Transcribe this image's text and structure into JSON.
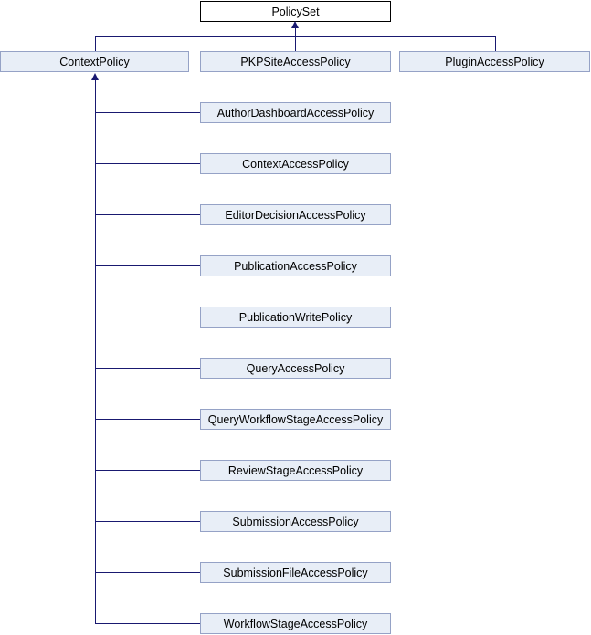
{
  "diagram": {
    "type": "class-inheritance",
    "root": {
      "label": "PolicySet"
    },
    "subclasses": [
      {
        "label": "ContextPolicy"
      },
      {
        "label": "PKPSiteAccessPolicy"
      },
      {
        "label": "PluginAccessPolicy"
      }
    ],
    "context_policy_children": [
      {
        "label": "AuthorDashboardAccessPolicy"
      },
      {
        "label": "ContextAccessPolicy"
      },
      {
        "label": "EditorDecisionAccessPolicy"
      },
      {
        "label": "PublicationAccessPolicy"
      },
      {
        "label": "PublicationWritePolicy"
      },
      {
        "label": "QueryAccessPolicy"
      },
      {
        "label": "QueryWorkflowStageAccessPolicy"
      },
      {
        "label": "ReviewStageAccessPolicy"
      },
      {
        "label": "SubmissionAccessPolicy"
      },
      {
        "label": "SubmissionFileAccessPolicy"
      },
      {
        "label": "WorkflowStageAccessPolicy"
      }
    ],
    "colors": {
      "edge": "#191970",
      "node_fill": "#e8eef7",
      "node_border": "#95a2c6",
      "root_fill": "#ffffff",
      "root_border": "#000000",
      "text": "#000000"
    }
  }
}
